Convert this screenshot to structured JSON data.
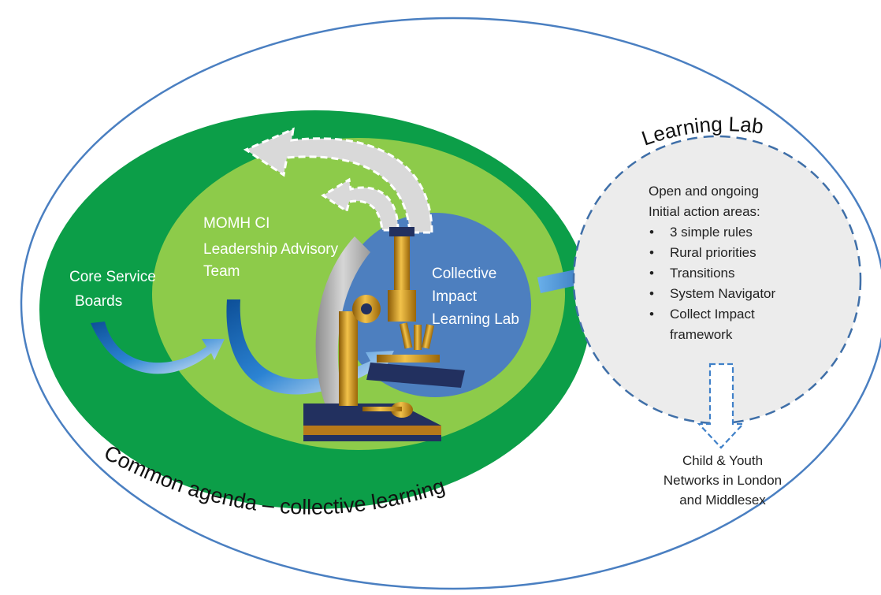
{
  "diagram": {
    "outer_ring_label": "Common agenda – collective learning",
    "core_boards": {
      "line1": "Core Service",
      "line2": "Boards"
    },
    "leadership": {
      "line1": "MOMH CI",
      "line2": "Leadership Advisory",
      "line3": "Team"
    },
    "ci_lab": {
      "line1": "Collective",
      "line2": "Impact",
      "line3": "Learning Lab"
    },
    "learning_lab": {
      "title": "Learning Lab",
      "intro": [
        "Open and ongoing",
        "Initial action areas:"
      ],
      "items": [
        "3 simple rules",
        "Rural priorities",
        "Transitions",
        "System Navigator",
        "Collect Impact",
        "framework"
      ]
    },
    "networks": {
      "line1": "Child & Youth",
      "line2": "Networks in London",
      "line3": "and Middlesex"
    }
  },
  "colors": {
    "outer_border": "#4a7fc1",
    "dark_green": "#0c9e48",
    "light_green": "#8dcb4a",
    "blue_circle": "#4d7fbf",
    "lab_fill": "#ececec",
    "lab_border": "#3f6fa8",
    "arrow_blue": "#1a63b0",
    "microscope_brass": "#c8901c",
    "microscope_grey": "#a8a8a8",
    "microscope_navy": "#22305f"
  },
  "icons": [
    "microscope-icon",
    "curved-arrow-icon",
    "dashed-arrow-icon",
    "right-arrow-icon",
    "down-arrow-icon"
  ]
}
